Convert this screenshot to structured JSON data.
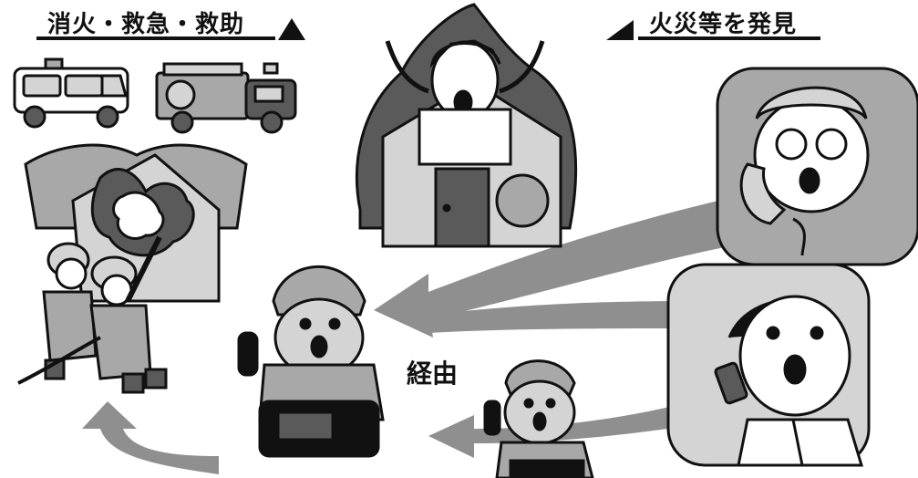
{
  "header_left": {
    "text": "消火・救急・救助"
  },
  "header_right": {
    "text": "火災等を発見"
  },
  "middle_label": {
    "text": "経由"
  },
  "colors": {
    "arrow": "#8f8f8f",
    "ink": "#111111",
    "fill_light": "#d4d4d4",
    "fill_mid": "#a8a8a8",
    "fill_dark": "#5a5a5a"
  },
  "icons": [
    "ambulance-icon",
    "fire-engine-icon",
    "burning-house-icon",
    "firefighters-icon",
    "dispatcher-icon",
    "relay-dispatcher-icon",
    "panicked-person-icon",
    "caller-landline-icon",
    "caller-mobile-icon",
    "telephone-icon"
  ]
}
